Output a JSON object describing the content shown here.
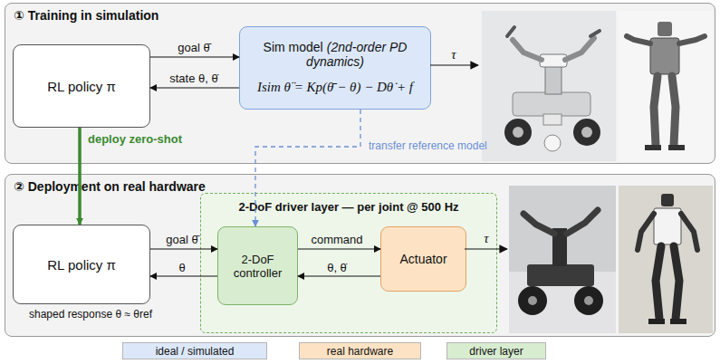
{
  "diagram": {
    "nodes": [
      {
        "text": [
          "① Training in simulation"
        ]
      },
      {
        "text": [
          "RL policy π"
        ],
        "in": 0
      },
      {
        "text": [
          "Sim model",
          "(2nd-order PD dynamics)",
          "Isim θ̈ = Kp(θ̄ − θ) − Dθ̇ + f"
        ],
        "in": 0
      },
      {
        "text": [
          "② Deployment on real hardware"
        ]
      },
      {
        "text": [
          "RL policy π"
        ],
        "in": 3
      },
      {
        "text": [
          "2-DoF driver layer — per joint @ 500 Hz"
        ],
        "in": 3
      },
      {
        "text": [
          "2-DoF controller"
        ],
        "in": 5
      },
      {
        "text": [
          "Actuator"
        ],
        "in": 5
      }
    ],
    "edges": [
      {
        "from": 1,
        "to": 2,
        "arrow": "to",
        "label": "goal θ̄"
      },
      {
        "from": 2,
        "to": 1,
        "arrow": "to",
        "label": "state θ, θ̇"
      },
      {
        "from": 1,
        "to": 4,
        "arrow": "to",
        "label": "deploy zero-shot"
      },
      {
        "from": 2,
        "to": 6,
        "arrow": "to",
        "label": "transfer reference model"
      },
      {
        "from": 4,
        "to": 6,
        "arrow": "to",
        "label": "goal θ̄"
      },
      {
        "from": 6,
        "to": 4,
        "arrow": "to",
        "label": "θ"
      },
      {
        "from": 6,
        "to": 7,
        "arrow": "to",
        "label": "command"
      },
      {
        "from": 7,
        "to": 6,
        "arrow": "to",
        "label": "θ, θ̇"
      }
    ],
    "labels": [
      "τ",
      "τ",
      "shaped response θ ≈ θref"
    ],
    "legend": [
      {
        "text": "ideal / simulated",
        "color": "#dce8fa"
      },
      {
        "text": "real hardware",
        "color": "#fde3c4"
      },
      {
        "text": "driver layer",
        "color": "#d8ecd0"
      }
    ]
  }
}
